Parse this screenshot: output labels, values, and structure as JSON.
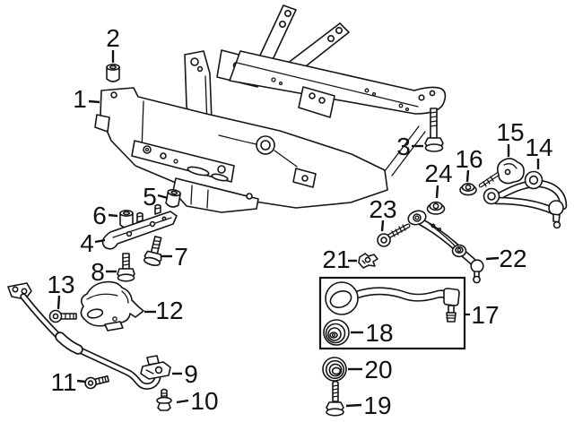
{
  "figure": {
    "background_color": "#ffffff",
    "line_color": "#151515",
    "label_color": "#111111"
  },
  "callouts": {
    "n1": {
      "number": "1"
    },
    "n2": {
      "number": "2"
    },
    "n3": {
      "number": "3"
    },
    "n4": {
      "number": "4"
    },
    "n5": {
      "number": "5"
    },
    "n6": {
      "number": "6"
    },
    "n7": {
      "number": "7"
    },
    "n8": {
      "number": "8"
    },
    "n9": {
      "number": "9"
    },
    "n10": {
      "number": "10"
    },
    "n11": {
      "number": "11"
    },
    "n12": {
      "number": "12"
    },
    "n13": {
      "number": "13"
    },
    "n14": {
      "number": "14"
    },
    "n15": {
      "number": "15"
    },
    "n16": {
      "number": "16"
    },
    "n17": {
      "number": "17"
    },
    "n18": {
      "number": "18"
    },
    "n19": {
      "number": "19"
    },
    "n20": {
      "number": "20"
    },
    "n21": {
      "number": "21"
    },
    "n22": {
      "number": "22"
    },
    "n23": {
      "number": "23"
    },
    "n24": {
      "number": "24"
    }
  }
}
